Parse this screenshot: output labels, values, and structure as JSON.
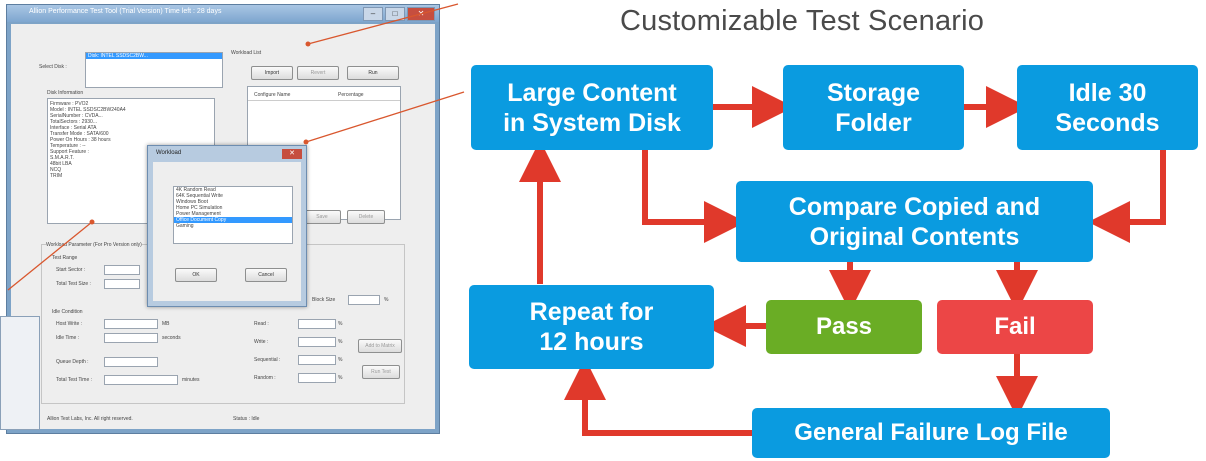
{
  "screenshot": {
    "window_title": "Allion Performance Test Tool (Trial Version) Time left : 28 days",
    "select_disk_label": "Select Disk :",
    "disk_list_item": "Disk: INTEL SSDSC2BW...",
    "workload_list_label": "Workload List",
    "buttons": {
      "import": "Import",
      "revert": "Revert",
      "run": "Run",
      "save": "Save",
      "delete": "Delete",
      "add_to_matrix": "Add to Matrix",
      "run_test": "Run Test"
    },
    "workload_columns": [
      "Configure Name",
      "Percentage"
    ],
    "disk_info_label": "Disk Information",
    "disk_info_lines": [
      "Firmware : PVO2",
      "Model : INTEL SSDSC2BW240A4",
      "SerialNumber : CVDA...",
      "TotalSectors : 2930...",
      "Interface : Serial ATA",
      "Transfer Mode : SATA/600",
      "Power On Hours : 38 hours",
      "Temperature : --",
      "Support Feature :",
      "S.M.A.R.T.",
      "48bit LBA",
      "NCQ",
      "TRIM"
    ],
    "param_label": "Workload Parameter (For Pro Version only)",
    "test_range_label": "Test Range",
    "start_sector_label": "Start Sector :",
    "total_test_size_label": "Total Test Size :",
    "idle_condition_label": "Idle Condition",
    "host_write_label": "Host Write :",
    "idle_time_label": "Idle Time :",
    "queue_depth_label": "Queue Depth :",
    "total_test_time_label": "Total Test Time :",
    "unit_mb": "MB",
    "unit_seconds": "seconds",
    "unit_minutes": "minutes",
    "read_label": "Read :",
    "write_label": "Write :",
    "sequential_label": "Sequential :",
    "random_label": "Random :",
    "block_size_label": "Block Size",
    "percent": "%",
    "footer_left": "Allion Test Labs, Inc. All right reserved.",
    "footer_right": "Status : Idle",
    "dialog": {
      "title": "Workload",
      "items": [
        "4K Random Read",
        "64K Sequential Write",
        "Windows Boot",
        "Home PC Simulation",
        "Power Management",
        "Office Document Copy",
        "Gaming"
      ],
      "selected_index": 5,
      "ok": "OK",
      "cancel": "Cancel"
    }
  },
  "diagram": {
    "title": "Customizable Test Scenario",
    "nodes": {
      "large_content": "Large Content\nin System Disk",
      "storage_folder": "Storage\nFolder",
      "idle": "Idle 30\nSeconds",
      "compare": "Compare Copied and\nOriginal Contents",
      "repeat": "Repeat for\n12 hours",
      "pass": "Pass",
      "fail": "Fail",
      "log": "General Failure Log File"
    },
    "colors": {
      "node_blue": "#0a9be0",
      "pass_green": "#6aad25",
      "fail_red": "#ec4646",
      "arrow_red": "#e0392b",
      "pointer_line": "#d9572e"
    }
  }
}
